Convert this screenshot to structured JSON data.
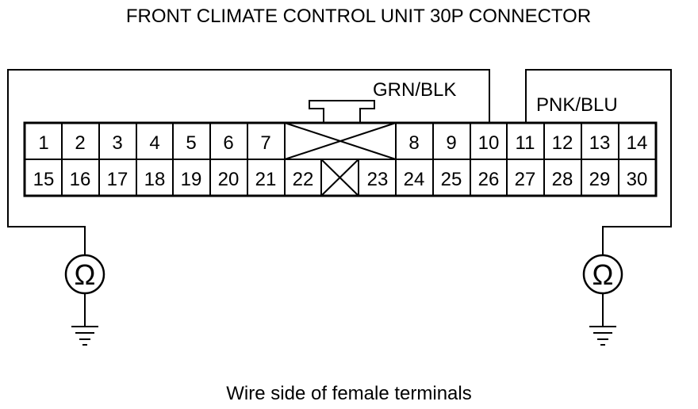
{
  "title": "FRONT CLIMATE CONTROL UNIT 30P CONNECTOR",
  "caption": "Wire side of female terminals",
  "wire_left": {
    "label": "GRN/BLK",
    "terminal": 10
  },
  "wire_right": {
    "label": "PNK/BLU",
    "terminal": 11
  },
  "meter_left": {
    "symbol": "Ω",
    "icon": "ohmmeter-icon"
  },
  "meter_right": {
    "symbol": "Ω",
    "icon": "ohmmeter-icon"
  },
  "ground_icon": "ground-icon",
  "connector": {
    "top_row": [
      "1",
      "2",
      "3",
      "4",
      "5",
      "6",
      "7",
      "",
      "8",
      "9",
      "10",
      "11",
      "12",
      "13",
      "14"
    ],
    "bottom_row": [
      "15",
      "16",
      "17",
      "18",
      "19",
      "20",
      "21",
      "22",
      "",
      "23",
      "24",
      "25",
      "26",
      "27",
      "28",
      "29",
      "30"
    ]
  }
}
